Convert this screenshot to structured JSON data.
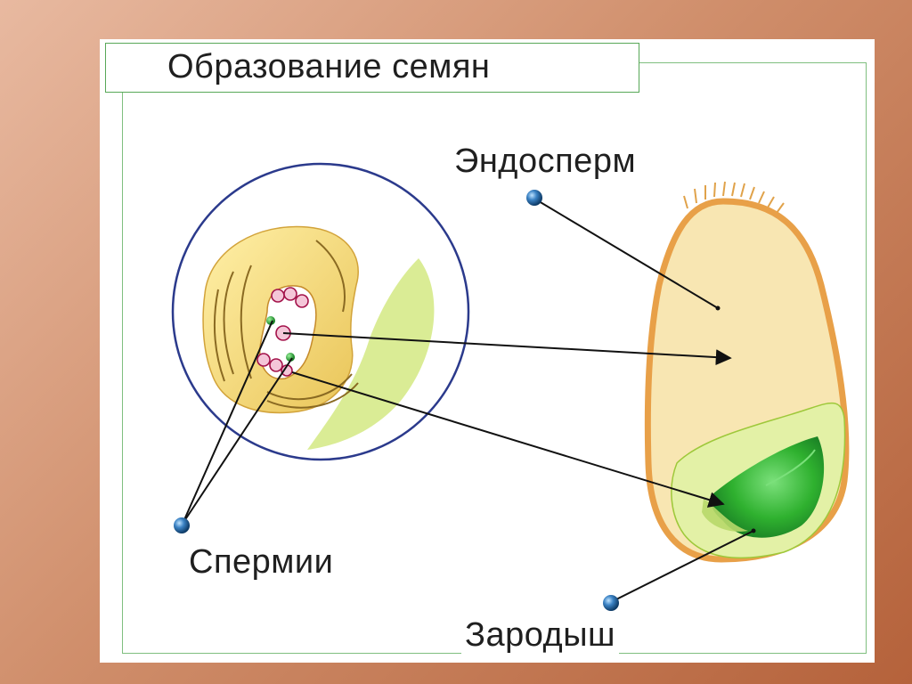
{
  "title": "Образование семян",
  "labels": {
    "endosperm": "Эндосперм",
    "sperm": "Спермии",
    "embryo": "Зародыш"
  },
  "colors": {
    "background_gradient": [
      "#e8b9a0",
      "#b5623b"
    ],
    "frame": "#58a858",
    "seed_coat": "#e8a048",
    "endosperm": "#f8e6b2",
    "embryo": "#2fb12f",
    "pointer": "#3b82c4"
  }
}
